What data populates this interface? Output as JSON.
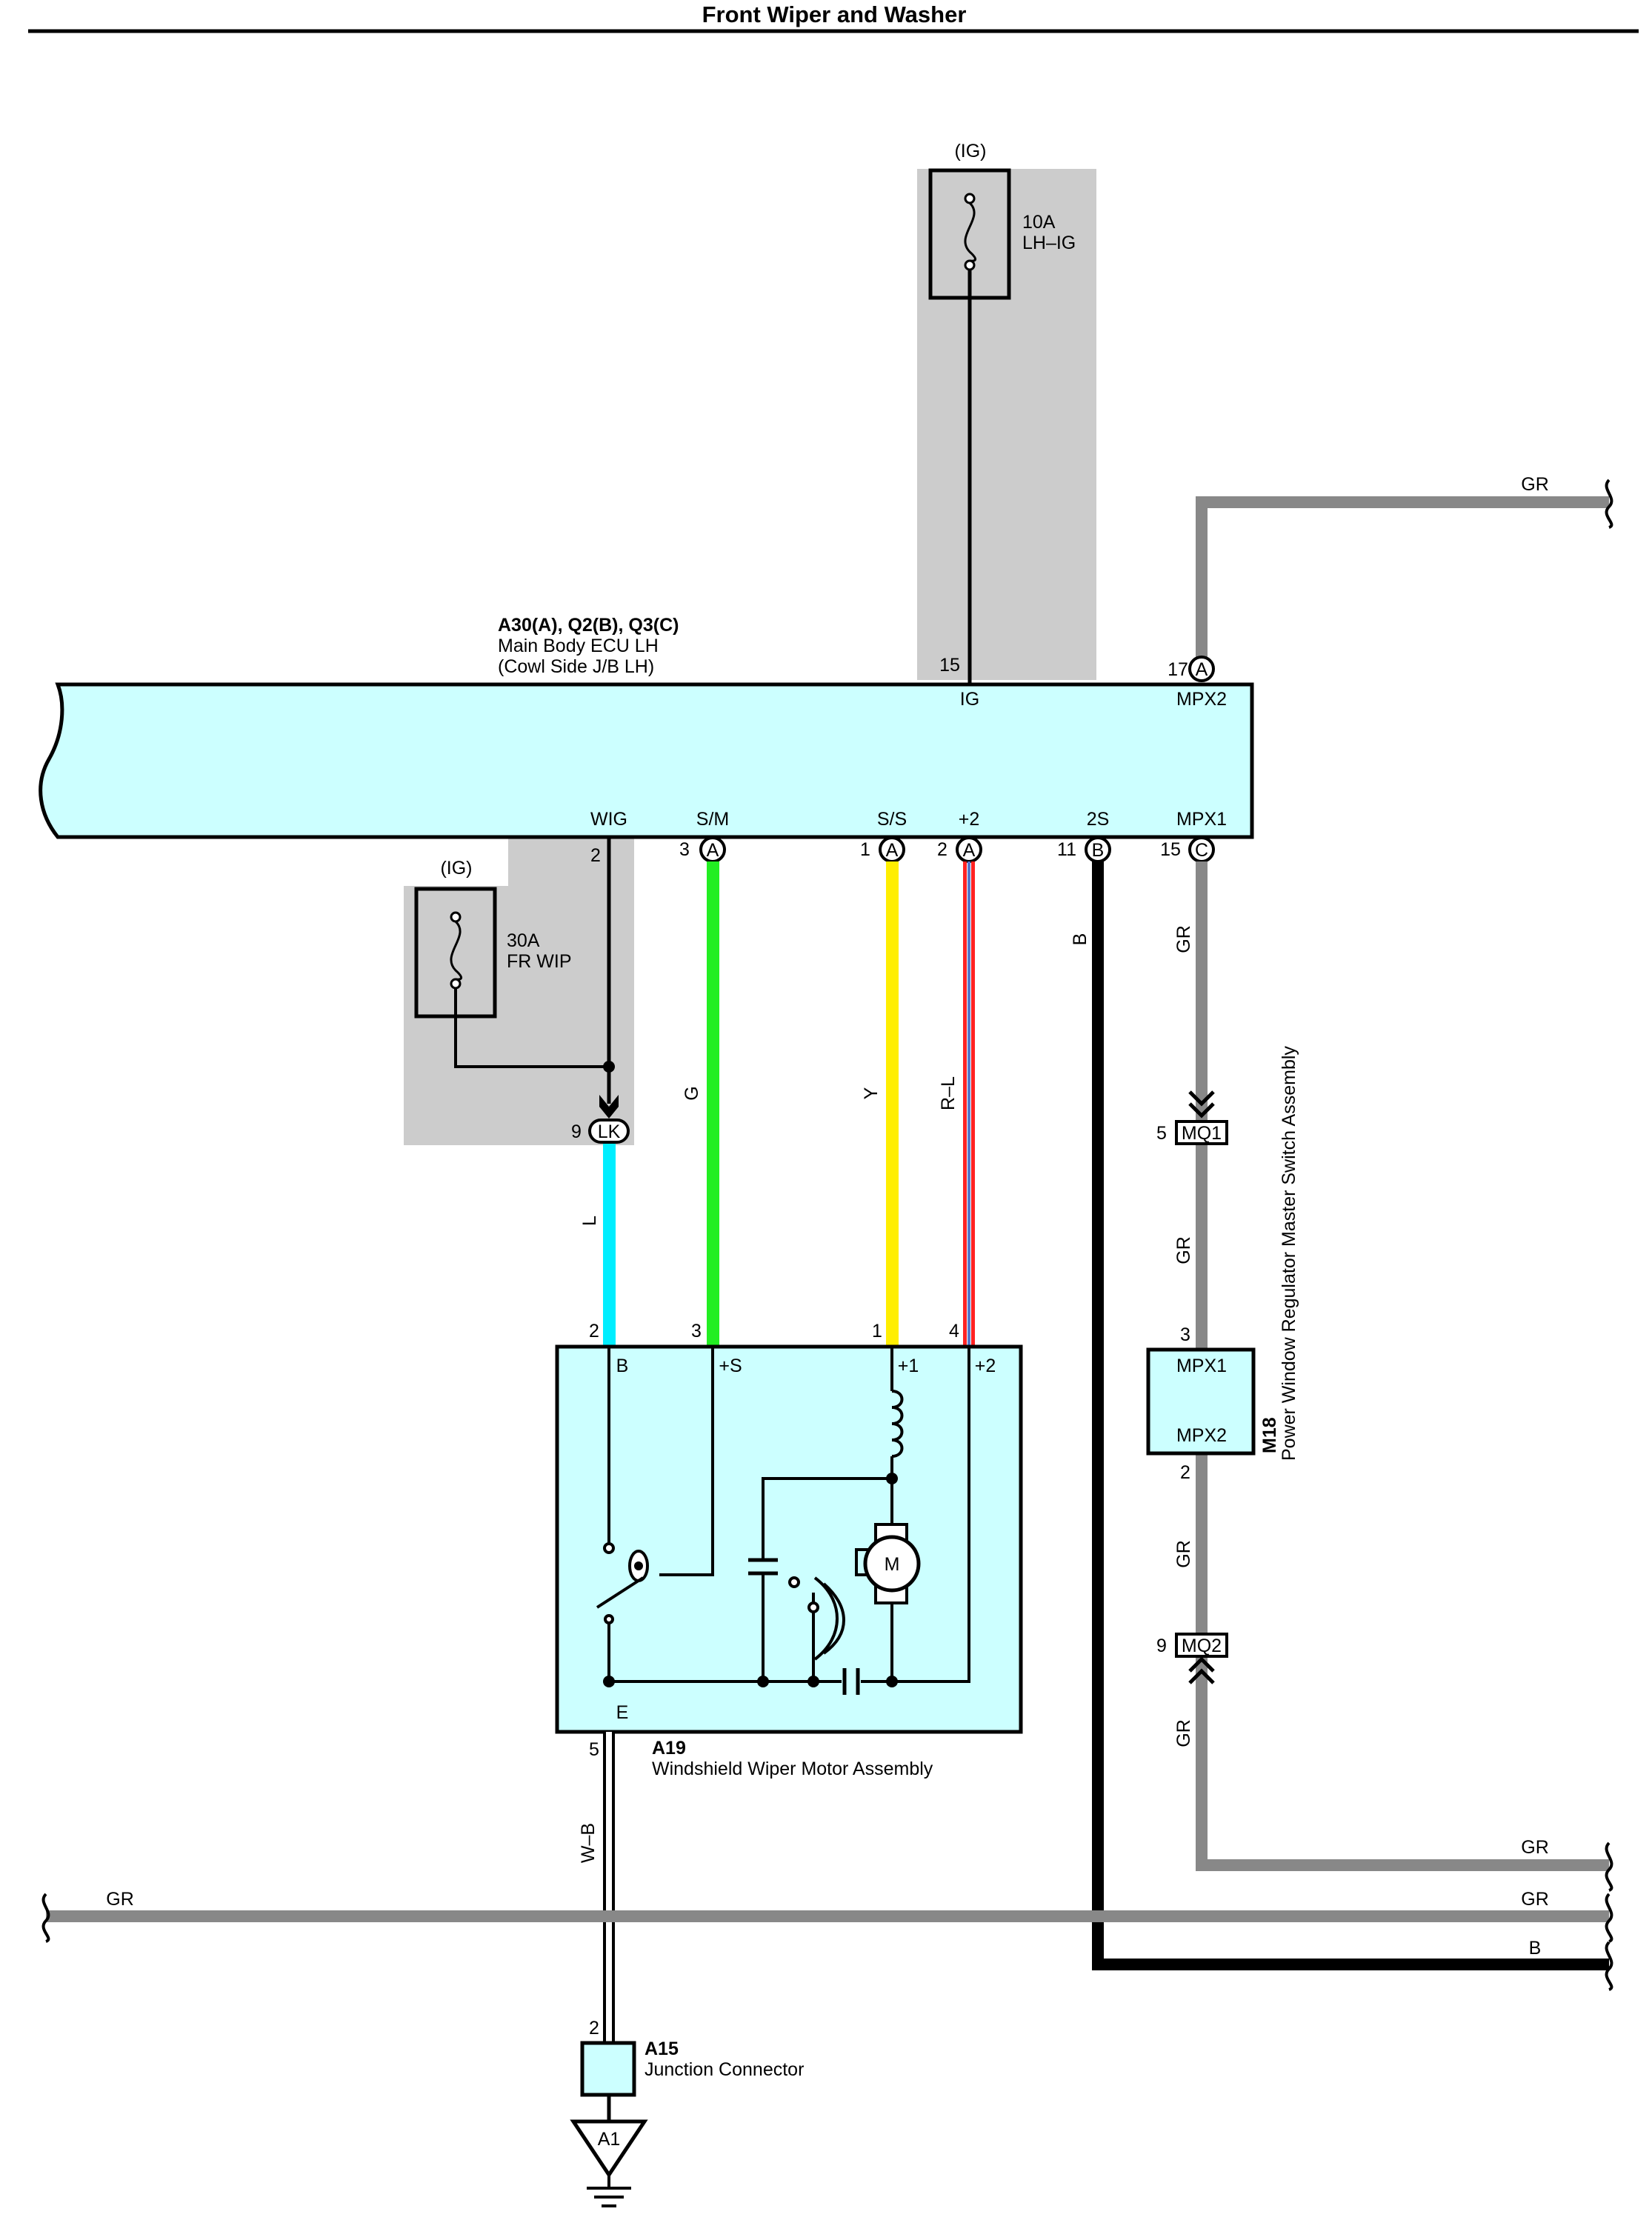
{
  "title": "Front Wiper and Washer",
  "colors": {
    "ecu_fill": "#ccffff",
    "shade": "#cccccc",
    "wire_L": "#00eeff",
    "wire_G": "#22ee22",
    "wire_Y": "#ffee00",
    "wire_R": "#ff2222",
    "wire_GR": "#888888",
    "wire_B": "#000000"
  },
  "fuse_lh_ig": {
    "supply": "(IG)",
    "rating": "10A",
    "name": "LH–IG"
  },
  "fuse_fr_wip": {
    "supply": "(IG)",
    "rating": "30A",
    "name": "FR WIP"
  },
  "ecu": {
    "code": "A30(A), Q2(B), Q3(C)",
    "name": "Main Body ECU LH",
    "sub": "(Cowl Side J/B LH)",
    "pins": {
      "ig": {
        "num": "15",
        "label": "IG"
      },
      "mpx2": {
        "num": "17",
        "conn": "A",
        "label": "MPX2"
      },
      "wig": {
        "num": "2",
        "label": "WIG"
      },
      "sm": {
        "num": "3",
        "conn": "A",
        "label": "S/M"
      },
      "ss": {
        "num": "1",
        "conn": "A",
        "label": "S/S"
      },
      "p2": {
        "num": "2",
        "conn": "A",
        "label": "+2"
      },
      "s2": {
        "num": "11",
        "conn": "B",
        "label": "2S"
      },
      "mpx1": {
        "num": "15",
        "conn": "C",
        "label": "MPX1"
      }
    }
  },
  "wire_labels": {
    "gr_top": "GR",
    "gr_mpx1_a": "GR",
    "gr_mpx1_b": "GR",
    "gr_m18_out": "GR",
    "gr_mq2_out": "GR",
    "gr_right_a": "GR",
    "gr_right_b": "GR",
    "gr_left": "GR",
    "b_vert": "B",
    "b_bottom": "B",
    "g": "G",
    "y": "Y",
    "rl": "R–L",
    "l": "L",
    "wb": "W–B"
  },
  "connectors": {
    "lk": {
      "pin": "9",
      "name": "LK"
    },
    "mq1": {
      "pin": "5",
      "name": "MQ1"
    },
    "mq2": {
      "pin": "9",
      "name": "MQ2"
    }
  },
  "m18": {
    "code": "M18",
    "name": "Power Window Regulator Master Switch Assembly",
    "pin_top": "3",
    "pin_bottom": "2",
    "term_top": "MPX1",
    "term_bottom": "MPX2"
  },
  "a19": {
    "code": "A19",
    "name": "Windshield Wiper Motor Assembly",
    "pins": {
      "b": {
        "num": "2",
        "label": "B"
      },
      "s": {
        "num": "3",
        "label": "+S"
      },
      "p1": {
        "num": "1",
        "label": "+1"
      },
      "p2": {
        "num": "4",
        "label": "+2"
      },
      "e": {
        "num": "5",
        "label": "E"
      }
    },
    "motor": "M"
  },
  "a15": {
    "code": "A15",
    "name": "Junction Connector",
    "pin": "2",
    "ground": "A1"
  }
}
